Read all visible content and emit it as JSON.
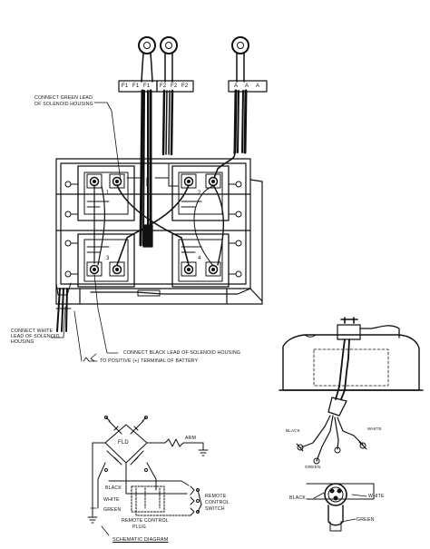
{
  "terminal_tags": [
    "F1",
    "F1",
    "F1",
    "F2",
    "F2",
    "F2",
    "A",
    "A",
    "A"
  ],
  "labels": {
    "connect_green": "CONNECT GREEN LEAD",
    "of_solenoid_housing": "OF SOLENOID HOUSING",
    "connect_white": "CONNECT WHITE",
    "lead_of_solenoid": "LEAD OF SOLENOID",
    "housing": "HOUSING",
    "connect_black": "CONNECT BLACK LEAD OF SOLENOID HOUSING",
    "to_positive": "TO POSITIVE (+) TERMINAL OF BATTERY"
  },
  "solenoid_numbers": [
    "1",
    "2",
    "3",
    "4"
  ],
  "schematic": {
    "fld": "FLD",
    "arm": "ARM",
    "black": "BLACK",
    "white": "WHITE",
    "green": "GREEN",
    "remote_control_switch": [
      "REMOTE",
      "CONTROL",
      "SWITCH"
    ],
    "remote_control_plug": [
      "REMOTE CONTROL",
      "PLUG"
    ],
    "title": "SCHEMATIC DIAGRAM"
  },
  "housing_detail": {
    "black": "BLACK",
    "white": "WHITE",
    "green": "GREEN"
  },
  "plug_detail": {
    "black": "BLACK",
    "white": "WHITE",
    "green": "GREEN"
  }
}
